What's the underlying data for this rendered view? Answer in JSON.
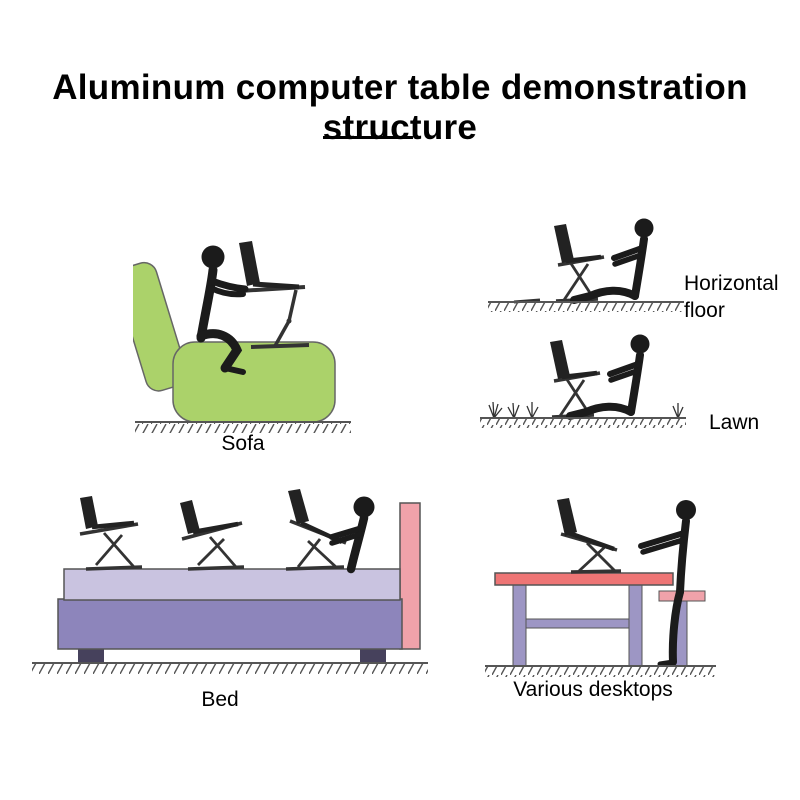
{
  "page": {
    "title": "Aluminum computer table demonstration structure"
  },
  "scenes": {
    "sofa": {
      "label": "Sofa"
    },
    "horizontal_floor": {
      "label": "Horizontal floor"
    },
    "lawn": {
      "label": "Lawn"
    },
    "bed": {
      "label": "Bed"
    },
    "various_desktops": {
      "label": "Various desktops"
    }
  },
  "colors": {
    "background": "#ffffff",
    "title_text": "#000000",
    "label_text": "#000000",
    "figure_black": "#1b1b1b",
    "laptop_dark": "#222222",
    "ground_stroke": "#555555",
    "sofa_green": "#abd26a",
    "bed_purple": "#8d85bb",
    "mattress_lavender": "#c9c3e0",
    "headboard_pink": "#f0a2aa",
    "dark_leg": "#46415c",
    "table_pink": "#ee7575",
    "table_leg_purple": "#9d96c4",
    "stool_pink": "#f0a2aa"
  }
}
